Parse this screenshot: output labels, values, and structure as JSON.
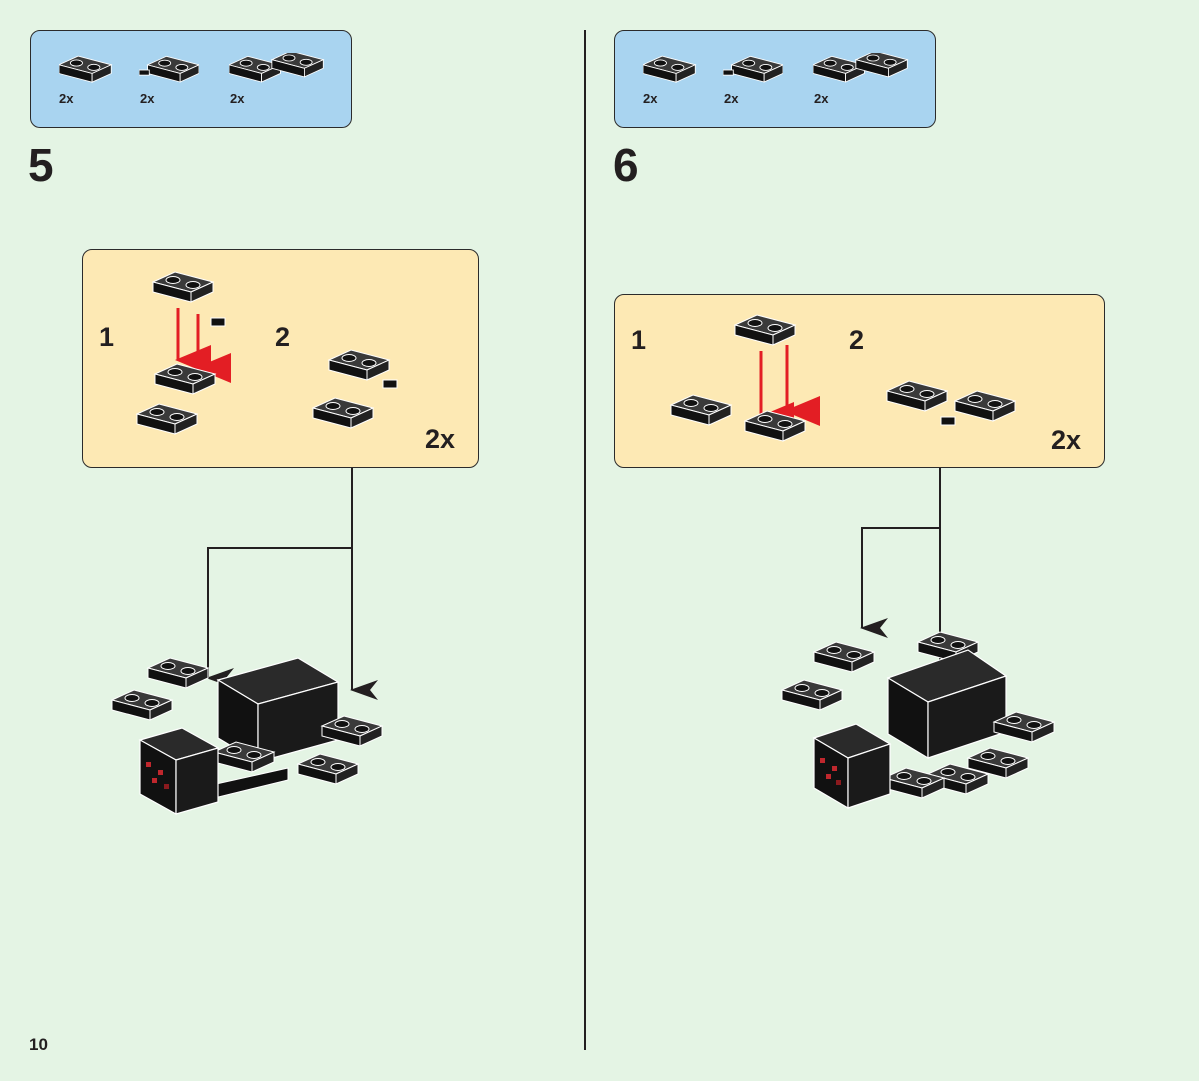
{
  "page_number": "10",
  "steps": [
    {
      "number": "5",
      "parts": [
        {
          "qty": "2x",
          "icon": "plate-1x2-icon"
        },
        {
          "qty": "2x",
          "icon": "clip-plate-icon"
        },
        {
          "qty": "2x",
          "icon": "hinge-plate-icon"
        }
      ],
      "substeps": [
        "1",
        "2"
      ],
      "multiplier": "2x"
    },
    {
      "number": "6",
      "parts": [
        {
          "qty": "2x",
          "icon": "plate-1x2-icon"
        },
        {
          "qty": "2x",
          "icon": "clip-plate-icon"
        },
        {
          "qty": "2x",
          "icon": "hinge-plate-icon"
        }
      ],
      "substeps": [
        "1",
        "2"
      ],
      "multiplier": "2x"
    }
  ],
  "colors": {
    "background": "#e4f4e4",
    "parts_panel": "#a9d4f0",
    "substep_panel": "#fde9b4",
    "brick": "#1c1c1c",
    "arrow": "#e31e24"
  }
}
